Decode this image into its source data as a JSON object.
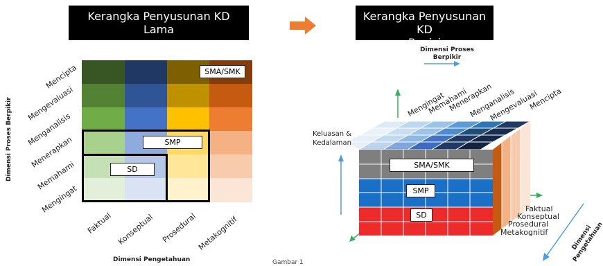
{
  "left": {
    "title_line1": "Kerangka Penyusunan KD",
    "title_line2": "Lama",
    "y_axis_title": "Dimensi Proses Berpikir",
    "x_axis_title": "Dimensi Pengetahuan",
    "rows": [
      "Mencipta",
      "Mengevaluasi",
      "Menganalisis",
      "Menerapkan",
      "Memahami",
      "Mengingat"
    ],
    "columns": [
      "Faktual",
      "Konseptual",
      "Prosedural",
      "Metakognitif"
    ],
    "level_sma": "SMA/SMK",
    "level_smp": "SMP",
    "level_sd": "SD"
  },
  "arrow_icon": "right-arrow",
  "right": {
    "title_line1": "Kerangka Penyusunan KD",
    "title_line2": "Revisi",
    "process_axis_title_line1": "Dimensi Proses",
    "process_axis_title_line2": "Berpikir",
    "processes": [
      "Mengingat",
      "Memahami",
      "Menerapkan",
      "Menganalisis",
      "Mengevaluasi",
      "Mencipta"
    ],
    "depth_axis_line1": "Keluasan &",
    "depth_axis_line2": "Kedalaman",
    "knowledge_axis_line1": "Dimensi",
    "knowledge_axis_line2": "Pengetahuan",
    "knowledge": [
      "Faktual",
      "Konseptual",
      "Prosedural",
      "Metakognitif"
    ],
    "level_sma": "SMA/SMK",
    "level_smp": "SMP",
    "level_sd": "SD"
  },
  "caption": "Gambar 1",
  "colors": {
    "orange_arrow": "#ed7d31",
    "green_arrow": "#33b05a",
    "blue_arrow": "#4a9fd8",
    "cube_red": "#ee2b2b",
    "cube_blue": "#1a6fc6",
    "cube_gray": "#7f7f7f"
  }
}
